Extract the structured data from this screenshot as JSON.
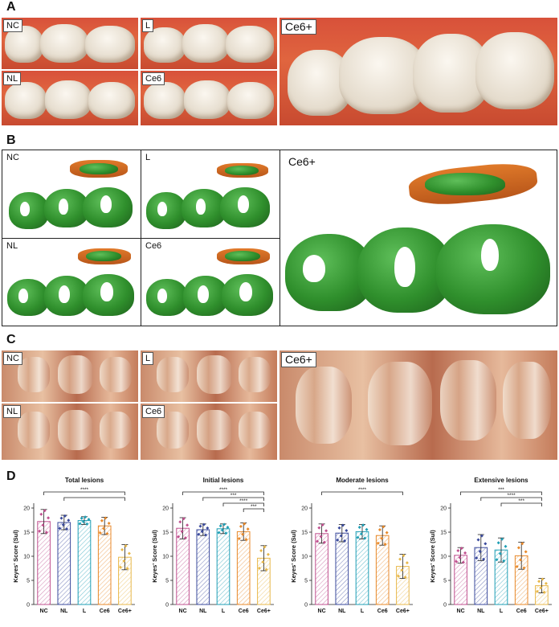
{
  "panels": {
    "A": {
      "letter": "A",
      "labels": [
        "NC",
        "L",
        "NL",
        "Ce6",
        "Ce6+"
      ]
    },
    "B": {
      "letter": "B",
      "labels": [
        "NC",
        "L",
        "NL",
        "Ce6",
        "Ce6+"
      ]
    },
    "C": {
      "letter": "C",
      "labels": [
        "NC",
        "L",
        "NL",
        "Ce6",
        "Ce6+"
      ]
    },
    "D": {
      "letter": "D"
    }
  },
  "colors": {
    "NC": "#c0508f",
    "NL": "#3a4a9c",
    "L": "#1f9fb5",
    "Ce6": "#e8892a",
    "Ce6+": "#e8b84a",
    "hatch_bg": "#ffffff"
  },
  "chart_data": [
    {
      "type": "bar",
      "title": "Total lesions",
      "categories": [
        "NC",
        "NL",
        "L",
        "Ce6",
        "Ce6+"
      ],
      "values": [
        17.2,
        17.0,
        17.4,
        16.3,
        9.8
      ],
      "errors": [
        2.5,
        1.5,
        0.8,
        1.8,
        2.6
      ],
      "ylabel": "Keyes' Score (Sul)",
      "ylim": [
        0,
        20
      ],
      "yticks": [
        0,
        5,
        10,
        15,
        20
      ],
      "significance": [
        {
          "from": "NC",
          "to": "Ce6+",
          "label": "****"
        },
        {
          "from": "NL",
          "to": "Ce6+",
          "label": ""
        }
      ],
      "sig_labels": [
        "****"
      ]
    },
    {
      "type": "bar",
      "title": "Initial lesions",
      "categories": [
        "NC",
        "NL",
        "L",
        "Ce6",
        "Ce6+"
      ],
      "values": [
        15.8,
        15.5,
        15.7,
        15.1,
        9.6
      ],
      "errors": [
        2.2,
        1.2,
        1.0,
        1.8,
        2.6
      ],
      "ylabel": "Keyes' Score (Sul)",
      "ylim": [
        0,
        20
      ],
      "yticks": [
        0,
        5,
        10,
        15,
        20
      ],
      "significance": [
        {
          "from": "NC",
          "to": "Ce6+",
          "label": "****"
        },
        {
          "from": "NL",
          "to": "Ce6+",
          "label": "***"
        },
        {
          "from": "L",
          "to": "Ce6+",
          "label": "****"
        },
        {
          "from": "Ce6",
          "to": "Ce6+",
          "label": "***"
        }
      ]
    },
    {
      "type": "bar",
      "title": "Moderate lesions",
      "categories": [
        "NC",
        "NL",
        "L",
        "Ce6",
        "Ce6+"
      ],
      "values": [
        14.7,
        14.8,
        15.1,
        14.3,
        7.9
      ],
      "errors": [
        2.0,
        1.8,
        1.5,
        2.0,
        2.5
      ],
      "ylabel": "Keyes' Score (Sul)",
      "ylim": [
        0,
        20
      ],
      "yticks": [
        0,
        5,
        10,
        15,
        20
      ],
      "significance": [
        {
          "from": "NC",
          "to": "Ce6+",
          "label": "****"
        }
      ]
    },
    {
      "type": "bar",
      "title": "Extensive lesions",
      "categories": [
        "NC",
        "NL",
        "L",
        "Ce6",
        "Ce6+"
      ],
      "values": [
        10.2,
        11.8,
        11.3,
        10.1,
        3.9
      ],
      "errors": [
        1.6,
        2.7,
        2.5,
        2.8,
        1.5
      ],
      "ylabel": "Keyes' Score (Sul)",
      "ylim": [
        0,
        20
      ],
      "yticks": [
        0,
        5,
        10,
        15,
        20
      ],
      "significance": [
        {
          "from": "NC",
          "to": "Ce6+",
          "label": "***"
        },
        {
          "from": "NL",
          "to": "Ce6+",
          "label": "****"
        },
        {
          "from": "L",
          "to": "Ce6+",
          "label": "***"
        }
      ]
    }
  ]
}
